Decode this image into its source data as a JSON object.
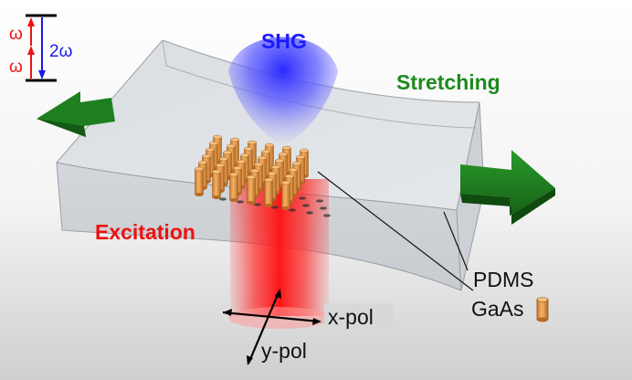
{
  "labels": {
    "shg": "SHG",
    "stretching": "Stretching",
    "excitation": "Excitation",
    "pdms": "PDMS",
    "gaas": "GaAs",
    "x_pol": "x-pol",
    "y_pol": "y-pol",
    "omega_upper": "ω",
    "omega_lower": "ω",
    "two_omega": "2ω"
  },
  "colors": {
    "shg": "#1a1aff",
    "stretching": "#1e8a1e",
    "excitation": "#ee1111",
    "omega": "#ee1111",
    "two_omega": "#1a1aee",
    "pillar": "#e8a04a",
    "arrow_green": "#1e7f1e"
  },
  "icons": {
    "left_arrow": "green-arrow-left-icon",
    "right_arrow": "green-arrow-right-icon",
    "gaas_pillar": "gaas-pillar-icon"
  }
}
